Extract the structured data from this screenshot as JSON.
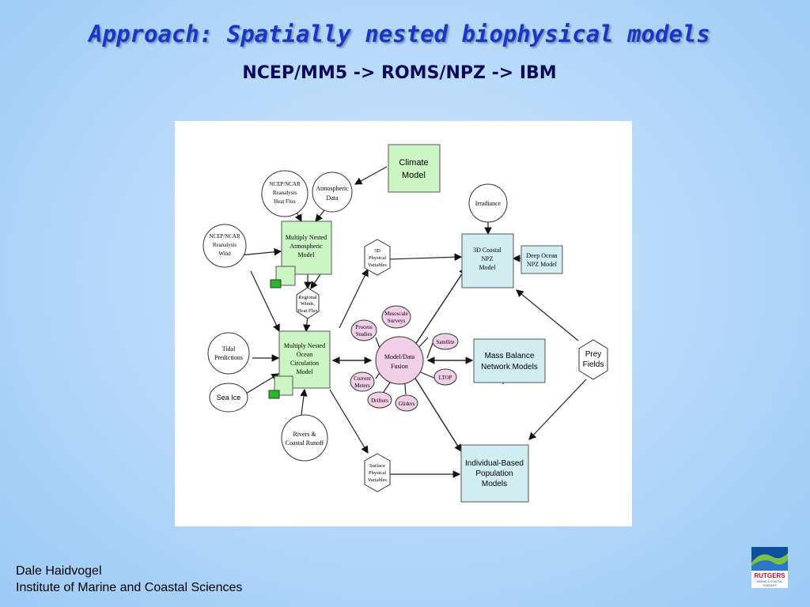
{
  "slide": {
    "title": "Approach: Spatially nested biophysical models",
    "subtitle": "NCEP/MM5 -> ROMS/NPZ -> IBM"
  },
  "diagram": {
    "climate_model": [
      "Climate",
      "Model"
    ],
    "ncep_heat_flux": [
      "NCEP/NCAR",
      "Reanalysis",
      "Heat Flux"
    ],
    "atmospheric_data": [
      "Atmospheric",
      "Data"
    ],
    "ncep_wind": [
      "NCEP/NCAR",
      "Reanalysis",
      "Wind"
    ],
    "atmospheric_model": [
      "Multiply Nested",
      "Atmospheric",
      "Model"
    ],
    "regional_winds": [
      "Regional",
      "Winds,",
      "Heat Flux"
    ],
    "physical_vars_3d": [
      "3D",
      "Physical",
      "Variables"
    ],
    "irradiance": "Irradiance",
    "npz_model": [
      "3D Coastal",
      "NPZ",
      "Model"
    ],
    "deep_ocean_npz": [
      "Deep Ocean",
      "NPZ Model"
    ],
    "mesoscale_surveys": [
      "Mesoscale",
      "Surveys"
    ],
    "process_studies": [
      "Process",
      "Studies"
    ],
    "satellite": "Satellite",
    "model_data_fusion": [
      "Model/Data",
      "Fusion"
    ],
    "mass_balance": [
      "Mass Balance",
      "Network Models"
    ],
    "prey_fields": [
      "Prey",
      "Fields"
    ],
    "tidal_predictions": [
      "Tidal",
      "Predictions"
    ],
    "ocean_model": [
      "Multiply Nested",
      "Ocean",
      "Circulation",
      "Model"
    ],
    "current_meters": [
      "Current",
      "Meters"
    ],
    "ltop": "LTOP",
    "drifters": "Drifters",
    "gliders": "Gliders",
    "sea_ice": "Sea Ice",
    "rivers": [
      "Rivers &",
      "Coastal Runoff"
    ],
    "surface_vars": [
      "Surface",
      "Physical",
      "Variables"
    ],
    "ibm": [
      "Individual-Based",
      "Population",
      "Models"
    ]
  },
  "footer": {
    "author": "Dale Haidvogel",
    "institute": "Institute of Marine and Coastal Sciences"
  },
  "logo": {
    "name": "RUTGERS",
    "line1": "MARINE & COASTAL",
    "line2": "SCIENCES"
  },
  "colors": {
    "title": "#1737c8",
    "model_green": "#ccf5c4",
    "model_blue": "#d0eef2",
    "obs_pink": "#f2cfe8"
  }
}
